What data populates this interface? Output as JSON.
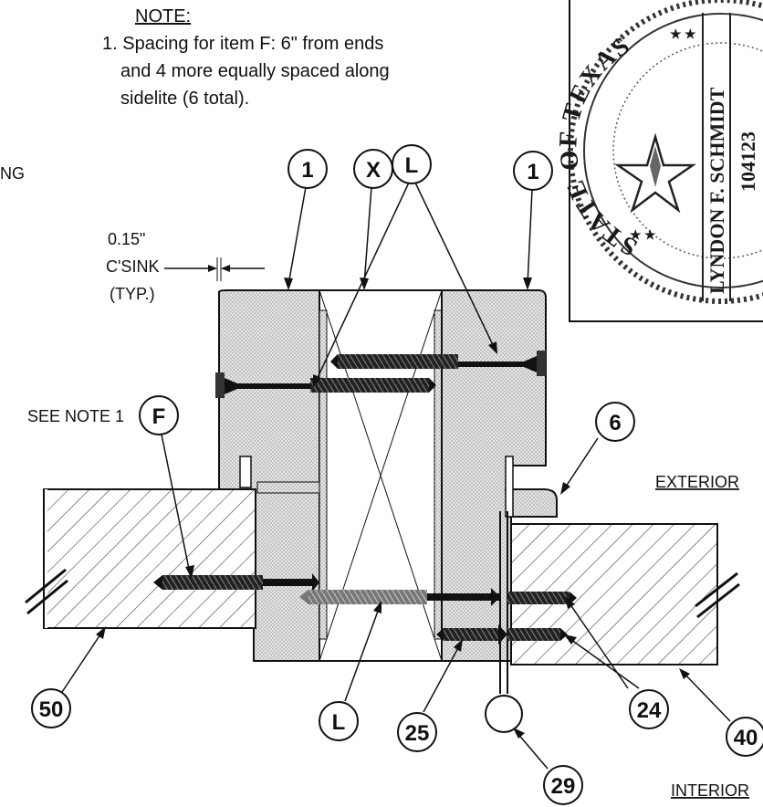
{
  "note": {
    "title": "NOTE:",
    "line1": "1. Spacing for item F: 6\" from ends",
    "line2": "and 4 more equally spaced along",
    "line3": "sidelite (6 total)."
  },
  "edge_fragment": "NG",
  "csink": {
    "line1": "0.15\"",
    "line2": "C'SINK",
    "line3": "(TYP.)"
  },
  "see_note": "SEE NOTE 1",
  "side_labels": {
    "exterior": "EXTERIOR",
    "interior": "INTERIOR"
  },
  "callouts": {
    "c1_left": "1",
    "cx": "X",
    "cl_top": "L",
    "c1_right": "1",
    "cf": "F",
    "c6": "6",
    "c50": "50",
    "cl_bottom": "L",
    "c25": "25",
    "c24": "24",
    "c40": "40",
    "c29": "29"
  },
  "seal": {
    "state_text": "STATE OF TEXAS",
    "name": "LYNDON F. SCHMIDT",
    "license": "104123"
  },
  "colors": {
    "ink": "#111111",
    "stipple": "#d8d8d8",
    "hatch": "#444444"
  }
}
